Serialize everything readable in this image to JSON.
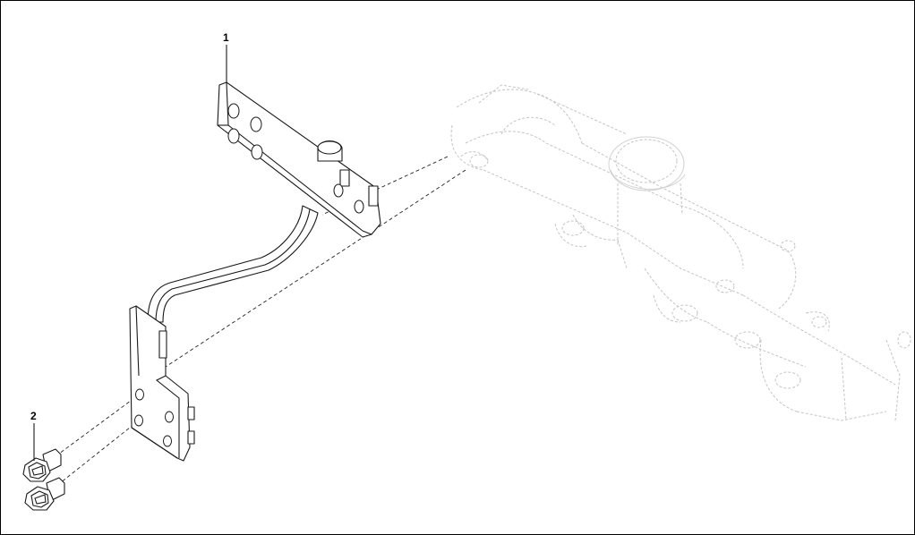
{
  "diagram": {
    "callouts": [
      {
        "id": "1",
        "label": "1",
        "part": "bracket"
      },
      {
        "id": "2",
        "label": "2",
        "part": "bolts"
      }
    ],
    "colors": {
      "line": "#1a1a1a",
      "ghost": "#c4c4c4",
      "background": "#ffffff"
    }
  }
}
